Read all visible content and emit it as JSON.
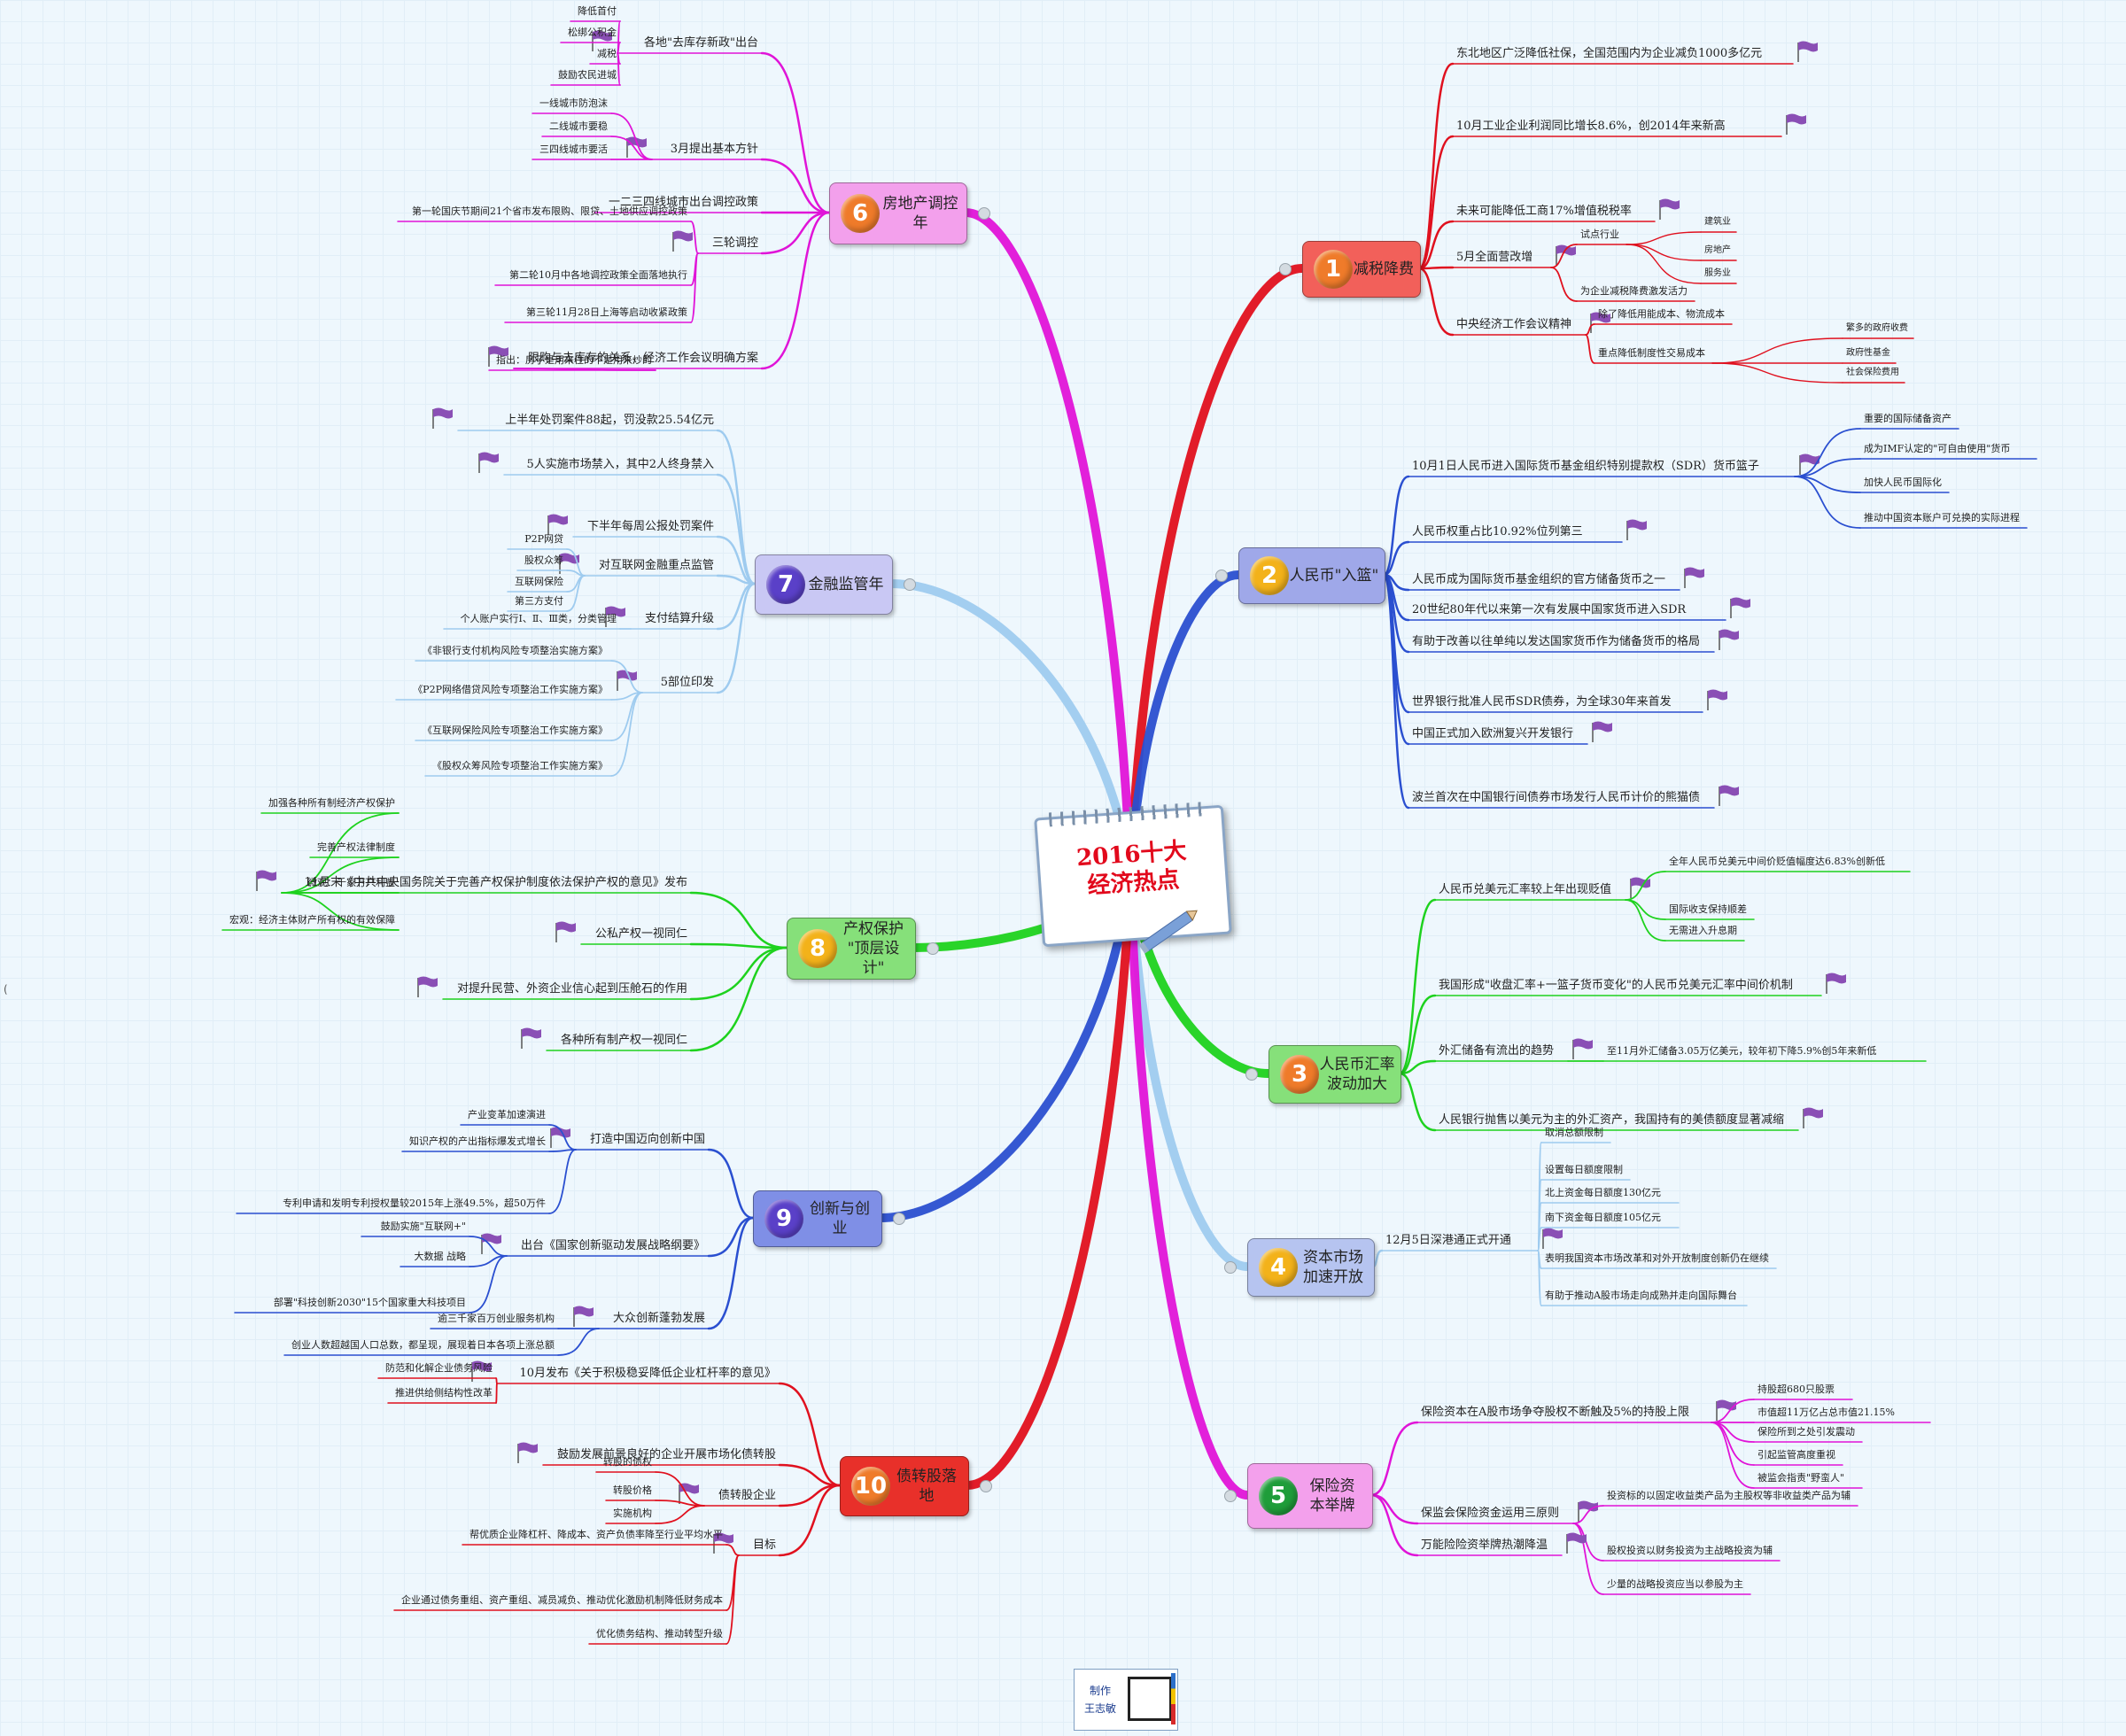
{
  "center": {
    "title": "2016十大\n经济热点"
  },
  "credit": {
    "label": "制作\n王志敏"
  },
  "stray_mark": "(",
  "branches": [
    {
      "num": "1",
      "title": "减税降费",
      "fill": "#f2605a",
      "badge": "#ef7b2a",
      "color": "#e0101e",
      "children": [
        {
          "text": "东北地区广泛降低社保，全国范围内为企业减负1000多亿元",
          "flag": true
        },
        {
          "text": "10月工业企业利润同比增长8.6%，创2014年来新高",
          "flag": true
        },
        {
          "text": "未来可能降低工商17%增值税税率",
          "flag": true
        },
        {
          "text": "5月全面营改增",
          "flag": true,
          "children": [
            {
              "text": "试点行业",
              "children": [
                {
                  "text": "建筑业"
                },
                {
                  "text": "房地产"
                },
                {
                  "text": "服务业"
                }
              ]
            },
            {
              "text": "为企业减税降费激发活力"
            }
          ]
        },
        {
          "text": "中央经济工作会议精神",
          "flag": true,
          "children": [
            {
              "text": "除了降低用能成本、物流成本"
            },
            {
              "text": "重点降低制度性交易成本",
              "children": [
                {
                  "text": "繁多的政府收费"
                },
                {
                  "text": "政府性基金"
                },
                {
                  "text": "社会保险费用"
                }
              ]
            }
          ]
        }
      ]
    },
    {
      "num": "2",
      "title": "人民币\"入篮\"",
      "fill": "#9fa8e9",
      "badge": "#f3b21a",
      "color": "#2a4fd0",
      "children": [
        {
          "text": "10月1日人民币进入国际货币基金组织特别提款权（SDR）货币篮子",
          "flag": true,
          "children": [
            {
              "text": "重要的国际储备资产"
            },
            {
              "text": "成为IMF认定的\"可自由使用\"货币"
            },
            {
              "text": "加快人民币国际化"
            },
            {
              "text": "推动中国资本账户可兑换的实际进程"
            }
          ]
        },
        {
          "text": "人民币权重占比10.92%位列第三",
          "flag": true
        },
        {
          "text": "人民币成为国际货币基金组织的官方储备货币之一",
          "flag": true
        },
        {
          "text": "20世纪80年代以来第一次有发展中国家货币进入SDR",
          "flag": true
        },
        {
          "text": "有助于改善以往单纯以发达国家货币作为储备货币的格局",
          "flag": true
        },
        {
          "text": "世界银行批准人民币SDR债券，为全球30年来首发",
          "flag": true
        },
        {
          "text": "中国正式加入欧洲复兴开发银行",
          "flag": true
        },
        {
          "text": "波兰首次在中国银行间债券市场发行人民币计价的熊猫债",
          "flag": true
        }
      ]
    },
    {
      "num": "3",
      "title": "人民币汇率\n波动加大",
      "fill": "#86e07a",
      "badge": "#ef7b2a",
      "color": "#1ed21e",
      "children": [
        {
          "text": "人民币兑美元汇率较上年出现贬值",
          "flag": true,
          "children": [
            {
              "text": "全年人民币兑美元中间价贬值幅度达6.83%创新低"
            },
            {
              "text": "国际收支保持顺差"
            },
            {
              "text": "无需进入升息期"
            }
          ]
        },
        {
          "text": "我国形成\"收盘汇率+一篮子货币变化\"的人民币兑美元汇率中间价机制",
          "flag": true
        },
        {
          "text": "外汇储备有流出的趋势",
          "flag": true,
          "children": [
            {
              "text": "至11月外汇储备3.05万亿美元，较年初下降5.9%创5年来新低"
            }
          ]
        },
        {
          "text": "人民银行抛售以美元为主的外汇资产，我国持有的美债额度显著减缩",
          "flag": true
        }
      ]
    },
    {
      "num": "4",
      "title": "资本市场\n加速开放",
      "fill": "#b6c4f0",
      "badge": "#f3b21a",
      "color": "#9ecbef",
      "children": [
        {
          "text": "12月5日深港通正式开通",
          "flag": true,
          "children": [
            {
              "text": "取消总额限制"
            },
            {
              "text": "设置每日额度限制"
            },
            {
              "text": "北上资金每日额度130亿元"
            },
            {
              "text": "南下资金每日额度105亿元"
            },
            {
              "text": "表明我国资本市场改革和对外开放制度创新仍在继续"
            },
            {
              "text": "有助于推动A股市场走向成熟并走向国际舞台"
            }
          ]
        }
      ]
    },
    {
      "num": "5",
      "title": "保险资\n本举牌",
      "fill": "#f3a0ec",
      "badge": "#1f9d3a",
      "color": "#e014d8",
      "children": [
        {
          "text": "保险资本在A股市场争夺股权不断触及5%的持股上限",
          "flag": true,
          "children": [
            {
              "text": "持股超680只股票"
            },
            {
              "text": "市值超11万亿占总市值21.15%"
            },
            {
              "text": "保险所到之处引发震动"
            },
            {
              "text": "引起监管高度重视"
            },
            {
              "text": "被监会指责\"野蛮人\""
            }
          ]
        },
        {
          "text": "保监会保险资金运用三原则",
          "flag": true,
          "children": [
            {
              "text": "投资标的以固定收益类产品为主股权等非收益类产品为辅"
            },
            {
              "text": "股权投资以财务投资为主战略投资为辅"
            },
            {
              "text": "少量的战略投资应当以参股为主"
            }
          ]
        },
        {
          "text": "万能险险资举牌热潮降温",
          "flag": true
        }
      ]
    },
    {
      "num": "6",
      "title": "房地产调控年",
      "fill": "#f3a0ec",
      "badge": "#ef7b2a",
      "color": "#e014d8",
      "children": [
        {
          "text": "各地\"去库存新政\"出台",
          "flag": true,
          "children": [
            {
              "text": "降低首付"
            },
            {
              "text": "松绑公积金"
            },
            {
              "text": "减税"
            },
            {
              "text": "鼓励农民进城"
            }
          ]
        },
        {
          "text": "3月提出基本方针",
          "flag": true,
          "children": [
            {
              "text": "一线城市防泡沫"
            },
            {
              "text": "二线城市要稳"
            },
            {
              "text": "三四线城市要活"
            }
          ]
        },
        {
          "text": "一二三四线城市出台调控政策"
        },
        {
          "text": "三轮调控",
          "flag": true,
          "children": [
            {
              "text": "第一轮国庆节期间21个省市发布限购、限贷、土地供应调控政策"
            },
            {
              "text": "第二轮10月中各地调控政策全面落地执行"
            },
            {
              "text": "第三轮11月28日上海等启动收紧政策"
            }
          ]
        },
        {
          "text": "限购与去库存的关系，经济工作会议明确方案",
          "flag": true,
          "children": [
            {
              "text": "指出：房子是用来住的不是用来炒的"
            }
          ]
        }
      ]
    },
    {
      "num": "7",
      "title": "金融监管年",
      "fill": "#c9c8f4",
      "badge": "#5a40c8",
      "color": "#9ecbef",
      "children": [
        {
          "text": "上半年处罚案件88起，罚没款25.54亿元",
          "flag": true
        },
        {
          "text": "5人实施市场禁入，其中2人终身禁入",
          "flag": true
        },
        {
          "text": "下半年每周公报处罚案件",
          "flag": true
        },
        {
          "text": "对互联网金融重点监管",
          "flag": true,
          "children": [
            {
              "text": "P2P网贷"
            },
            {
              "text": "股权众筹"
            },
            {
              "text": "互联网保险"
            },
            {
              "text": "第三方支付"
            }
          ]
        },
        {
          "text": "支付结算升级",
          "flag": true,
          "children": [
            {
              "text": "个人账户实行Ⅰ、Ⅱ、Ⅲ类，分类管理"
            }
          ]
        },
        {
          "text": "5部位印发",
          "flag": true,
          "children": [
            {
              "text": "《非银行支付机构风险专项整治实施方案》"
            },
            {
              "text": "《P2P网络借贷风险专项整治工作实施方案》"
            },
            {
              "text": "《互联网保险风险专项整治工作实施方案》"
            },
            {
              "text": "《股权众筹风险专项整治工作实施方案》"
            }
          ]
        }
      ]
    },
    {
      "num": "8",
      "title": "产权保护\n\"顶层设计\"",
      "fill": "#86e07a",
      "badge": "#f3b21a",
      "color": "#1ed21e",
      "children": [
        {
          "text": "11月末《中共中央国务院关于完善产权保护制度依法保护产权的意见》发布",
          "flag": true,
          "children": [
            {
              "text": "加强各种所有制经济产权保护"
            },
            {
              "text": "完善产权法律制度"
            },
            {
              "text": "微观：千家万户利益"
            },
            {
              "text": "宏观：经济主体财产所有权的有效保障"
            }
          ]
        },
        {
          "text": "公私产权一视同仁",
          "flag": true
        },
        {
          "text": "对提升民营、外资企业信心起到压舱石的作用",
          "flag": true
        },
        {
          "text": "各种所有制产权一视同仁",
          "flag": true
        }
      ]
    },
    {
      "num": "9",
      "title": "创新与创业",
      "fill": "#7f8fe6",
      "badge": "#5a40c8",
      "color": "#2a4fd0",
      "children": [
        {
          "text": "打造中国迈向创新中国",
          "flag": true,
          "children": [
            {
              "text": "产业变革加速演进"
            },
            {
              "text": "知识产权的产出指标爆发式增长"
            },
            {
              "text": "专利申请和发明专利授权量较2015年上涨49.5%，超50万件"
            }
          ]
        },
        {
          "text": "出台《国家创新驱动发展战略纲要》",
          "flag": true,
          "children": [
            {
              "text": "鼓励实施\"互联网+\""
            },
            {
              "text": "大数据 战略"
            },
            {
              "text": "部署\"科技创新2030\"15个国家重大科技项目"
            }
          ]
        },
        {
          "text": "大众创新蓬勃发展",
          "flag": true,
          "children": [
            {
              "text": "逾三千家百万创业服务机构"
            },
            {
              "text": "创业人数超越国人口总数，都呈现，展现着日本各项上涨总额"
            }
          ]
        }
      ]
    },
    {
      "num": "10",
      "title": "债转股落地",
      "fill": "#e8302a",
      "badge": "#ef7b2a",
      "color": "#e0101e",
      "children": [
        {
          "text": "10月发布《关于积极稳妥降低企业杠杆率的意见》",
          "flag": true,
          "children": [
            {
              "text": "防范和化解企业债务风险"
            },
            {
              "text": "推进供给侧结构性改革"
            }
          ]
        },
        {
          "text": "鼓励发展前景良好的企业开展市场化债转股",
          "flag": true
        },
        {
          "text": "债转股企业",
          "flag": true,
          "children": [
            {
              "text": "转股的债权"
            },
            {
              "text": "转股价格"
            },
            {
              "text": "实施机构"
            }
          ]
        },
        {
          "text": "目标",
          "flag": true,
          "children": [
            {
              "text": "帮优质企业降杠杆、降成本、资产负债率降至行业平均水平"
            },
            {
              "text": "企业通过债务重组、资产重组、减员减负、推动优化激励机制降低财务成本"
            },
            {
              "text": "优化债务结构、推动转型升级"
            }
          ]
        }
      ]
    }
  ]
}
